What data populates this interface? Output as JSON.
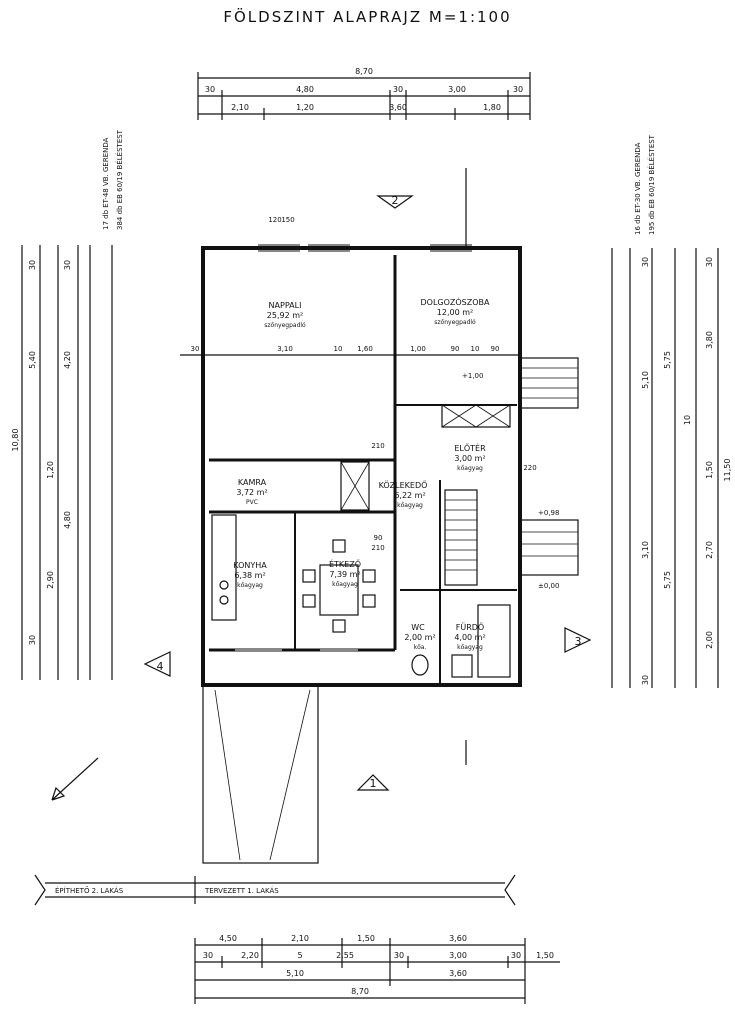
{
  "title": "FÖLDSZINT   ALAPRAJZ   M=1:100",
  "rooms": {
    "nappali": {
      "name": "NAPPALI",
      "area": "25,92 m²",
      "floor": "szőnyegpadló"
    },
    "dolgozo": {
      "name": "DOLGOZÓSZOBA",
      "area": "12,00 m²",
      "floor": "szőnyegpadló"
    },
    "eloter": {
      "name": "ELŐTÉR",
      "area": "3,00 m²",
      "floor": "kőagyag"
    },
    "kamra": {
      "name": "KAMRA",
      "area": "3,72 m²",
      "floor": "PVC"
    },
    "kozlekedo": {
      "name": "KÖZLEKEDŐ",
      "area": "6,22 m²",
      "floor": "kőagyag"
    },
    "konyha": {
      "name": "KONYHA",
      "area": "6,38 m²",
      "floor": "kőagyag"
    },
    "etkezo": {
      "name": "ÉTKEZŐ",
      "area": "7,39 m²",
      "floor": "kőagyag"
    },
    "wc": {
      "name": "WC",
      "area": "2,00 m²",
      "floor": "kőa."
    },
    "furdo": {
      "name": "FÜRDŐ",
      "area": "4,00 m²",
      "floor": "kőagyag"
    }
  },
  "dims": {
    "top_total": "8,70",
    "top_a": [
      "30",
      "4,80",
      "30",
      "3,00",
      "30"
    ],
    "top_b": [
      "2,10",
      "1,20",
      "3,60",
      "1,80"
    ],
    "bottom_a": [
      "4,50",
      "2,10",
      "1,50",
      "3,60"
    ],
    "bottom_b": [
      "30",
      "2,20",
      "5",
      "2,55",
      "30",
      "3,00",
      "30",
      "1,50"
    ],
    "bottom_c": [
      "5,10",
      "3,60"
    ],
    "bottom_total": "8,70",
    "left": [
      "30",
      "30",
      "5,40",
      "4,20",
      "10,80",
      "1,20",
      "4,80",
      "2,90",
      "30"
    ],
    "right": [
      "30",
      "30",
      "3,80",
      "5,10",
      "5,75",
      "11,50",
      "1,50",
      "10",
      "3,10",
      "2,70",
      "5,75",
      "2,00",
      "30"
    ],
    "interior": [
      "30",
      "3,10",
      "10",
      "1,60",
      "1,00",
      "90",
      "10",
      "90",
      "210",
      "220",
      "90",
      "210",
      "120",
      "150"
    ]
  },
  "levels": {
    "l1": "+1,00",
    "l2": "+0,98",
    "l3": "±0,00"
  },
  "sections": [
    "1",
    "2",
    "3",
    "4"
  ],
  "side_notes": {
    "left_1": "17 db  ET-48  VB. GERENDA",
    "left_2": "384 db  EB 60/19  BÉLÉSTEST",
    "right_1": "16 db  ET-30  VB. GERENDA",
    "right_2": "195 db  EB 60/19  BÉLÉSTEST"
  },
  "bottom_labels": {
    "left": "ÉPÍTHETŐ   2.   LAKÁS",
    "right": "TERVEZETT   1.   LAKÁS"
  }
}
